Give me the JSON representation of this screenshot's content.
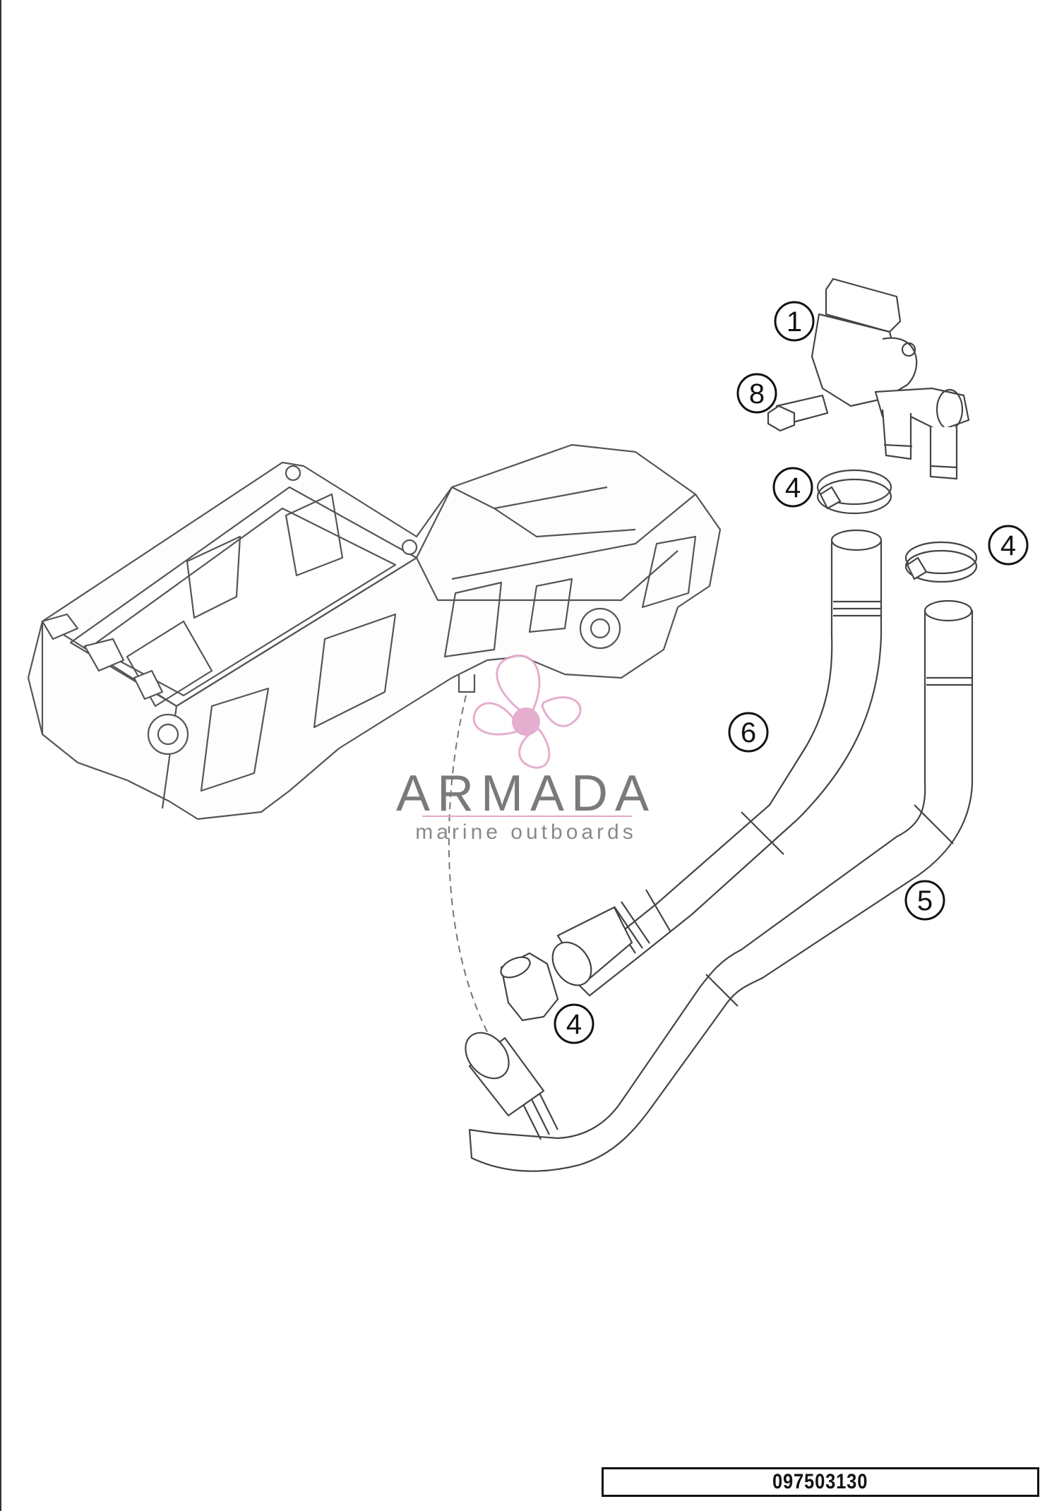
{
  "watermark": {
    "brand": "ARMADA",
    "tagline": "marine outboards",
    "accent_color": "#e3a6c9",
    "text_color": "#7a7a7a",
    "logo_icon": "propeller-icon"
  },
  "callouts": [
    {
      "id": "c1",
      "label": "1"
    },
    {
      "id": "c8",
      "label": "8"
    },
    {
      "id": "c4a",
      "label": "4"
    },
    {
      "id": "c4b",
      "label": "4"
    },
    {
      "id": "c6",
      "label": "6"
    },
    {
      "id": "c5",
      "label": "5"
    },
    {
      "id": "c4c",
      "label": "4"
    }
  ],
  "diagram_code": "097503130"
}
